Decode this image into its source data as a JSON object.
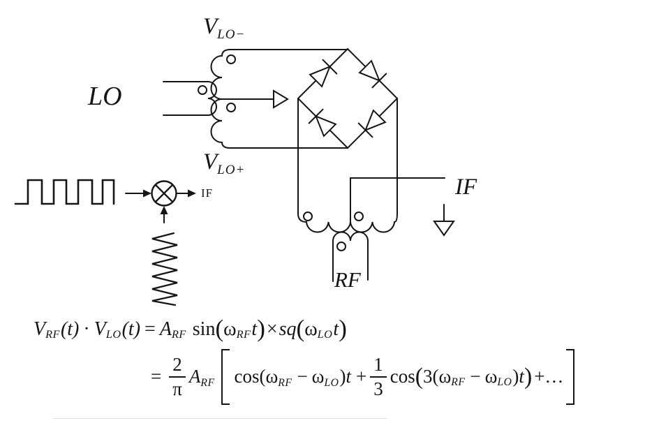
{
  "diagram": {
    "colors": {
      "ink": "#151515",
      "background": "#ffffff"
    },
    "labels": {
      "lo": "LO",
      "vlo_minus_main": "V",
      "vlo_minus_sub": "LO−",
      "vlo_plus_main": "V",
      "vlo_plus_sub": "LO+",
      "mixer_output": "IF",
      "if_port": "IF",
      "rf_port": "RF"
    }
  },
  "equations": {
    "line1": {
      "v1": "V",
      "v1_sub": "RF",
      "arg1": "(t)",
      "cdot": "·",
      "v2": "V",
      "v2_sub": "LO",
      "arg2": "(t)",
      "equals": "=",
      "a": "A",
      "a_sub": "RF",
      "sin": "sin",
      "lp1": "(",
      "omega1": "ω",
      "omega1_sub": "RF",
      "t1": "t",
      "rp1": ")",
      "times": "×",
      "sq": "sq",
      "lp2": "(",
      "omega2": "ω",
      "omega2_sub": "LO",
      "t2": "t",
      "rp2": ")"
    },
    "line2": {
      "equals": "=",
      "frac1_num": "2",
      "frac1_den": "π",
      "a": "A",
      "a_sub": "RF",
      "cos1": "cos",
      "lp1": "(",
      "omega1": "ω",
      "omega1_sub": "RF",
      "minus1": "−",
      "omega2": "ω",
      "omega2_sub": "LO",
      "rp1": ")",
      "t1": "t",
      "plus1": "+",
      "frac2_num": "1",
      "frac2_den": "3",
      "cos2": "cos",
      "lp2": "(",
      "inner3": "3(",
      "omega3": "ω",
      "omega3_sub": "RF",
      "minus2": "−",
      "omega4": "ω",
      "omega4_sub": "LO",
      "rinner": ")",
      "t2": "t",
      "rp2": ")",
      "plus2": "+",
      "ellipsis": "…"
    }
  }
}
